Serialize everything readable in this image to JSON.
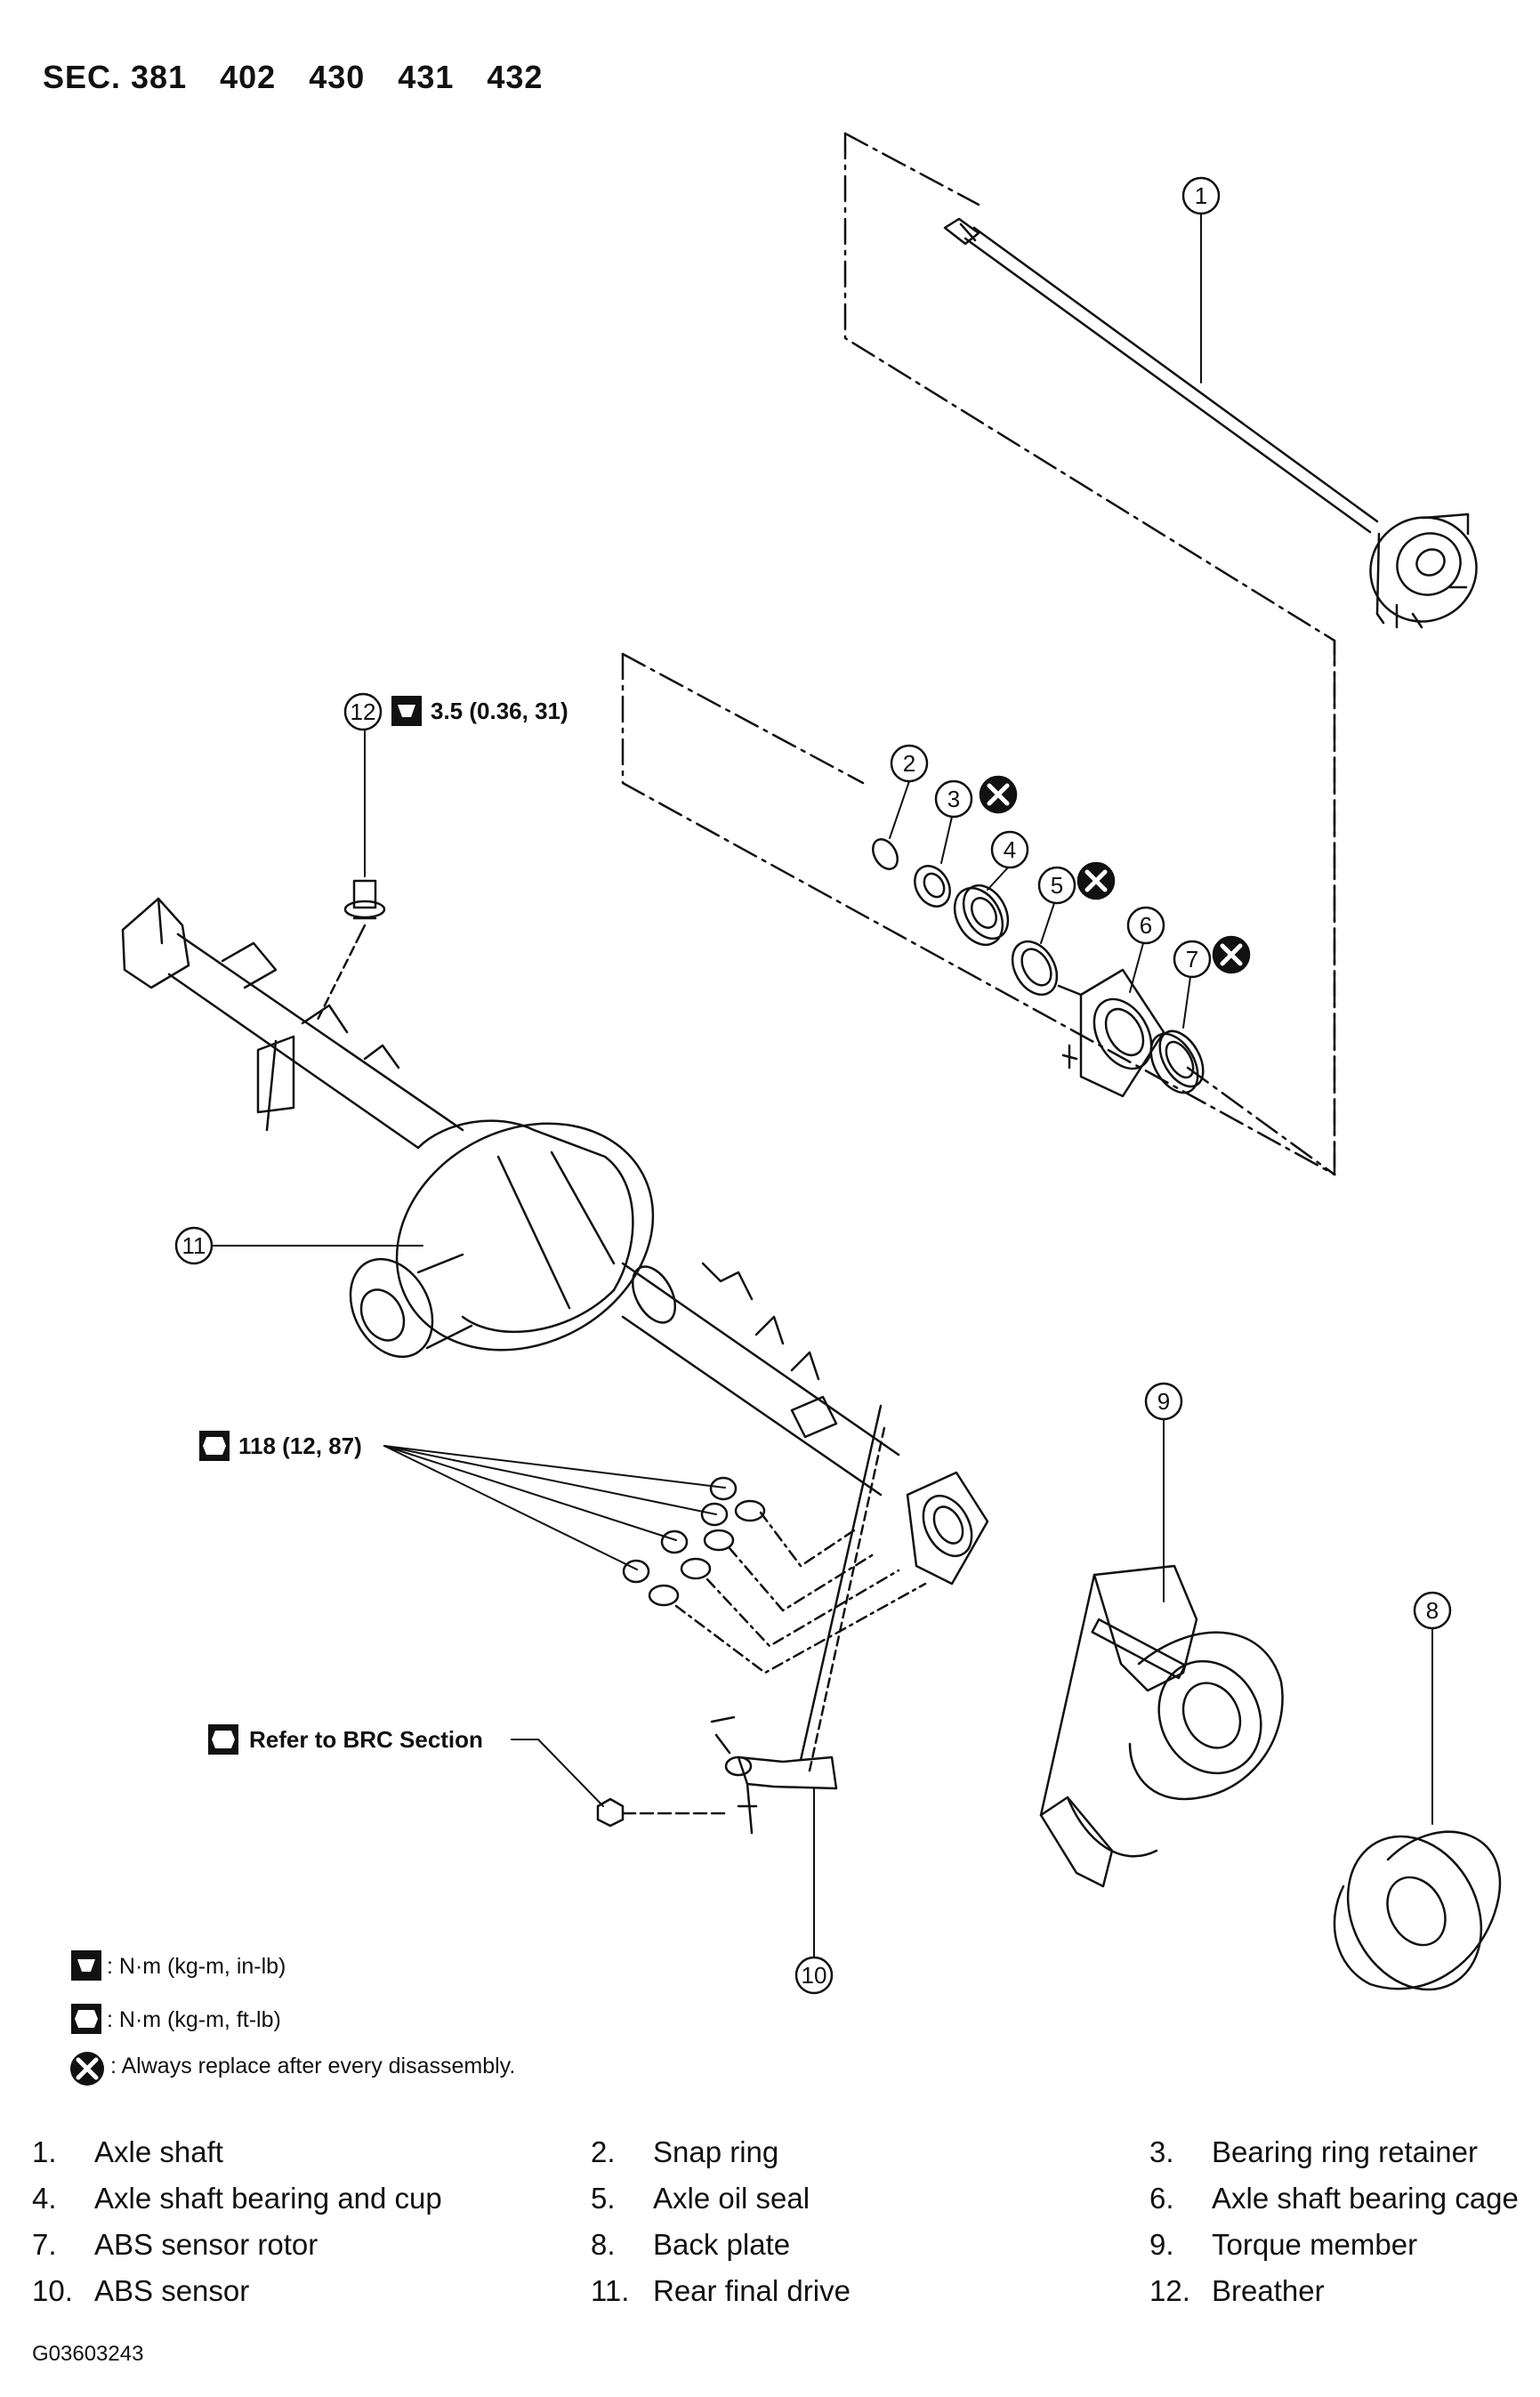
{
  "header": {
    "sec_label": "SEC. 381",
    "sections": [
      "402",
      "430",
      "431",
      "432"
    ]
  },
  "callouts": [
    "1",
    "2",
    "3",
    "4",
    "5",
    "6",
    "7",
    "8",
    "9",
    "10",
    "11",
    "12"
  ],
  "torque_notes": {
    "breather": "3.5 (0.36, 31)",
    "nuts": "118 (12, 87)",
    "sensor_bolt": "Refer to BRC Section"
  },
  "legend": [
    {
      "icon": "torque-nm-kgm-inlb-icon",
      "text": ": N·m (kg-m, in-lb)"
    },
    {
      "icon": "torque-nm-kgm-ftlb-icon",
      "text": ": N·m (kg-m, ft-lb)"
    },
    {
      "icon": "always-replace-icon",
      "text": ": Always replace after every disassembly."
    }
  ],
  "parts": [
    {
      "num": "1.",
      "name": "Axle shaft"
    },
    {
      "num": "2.",
      "name": "Snap ring"
    },
    {
      "num": "3.",
      "name": "Bearing ring retainer"
    },
    {
      "num": "4.",
      "name": "Axle shaft bearing and cup"
    },
    {
      "num": "5.",
      "name": "Axle oil seal"
    },
    {
      "num": "6.",
      "name": "Axle shaft bearing cage"
    },
    {
      "num": "7.",
      "name": "ABS sensor rotor"
    },
    {
      "num": "8.",
      "name": "Back plate"
    },
    {
      "num": "9.",
      "name": "Torque member"
    },
    {
      "num": "10.",
      "name": "ABS sensor"
    },
    {
      "num": "11.",
      "name": "Rear final drive"
    },
    {
      "num": "12.",
      "name": "Breather"
    }
  ],
  "figure_id": "G03603243",
  "colors": {
    "ink": "#111111",
    "paper": "#ffffff"
  }
}
